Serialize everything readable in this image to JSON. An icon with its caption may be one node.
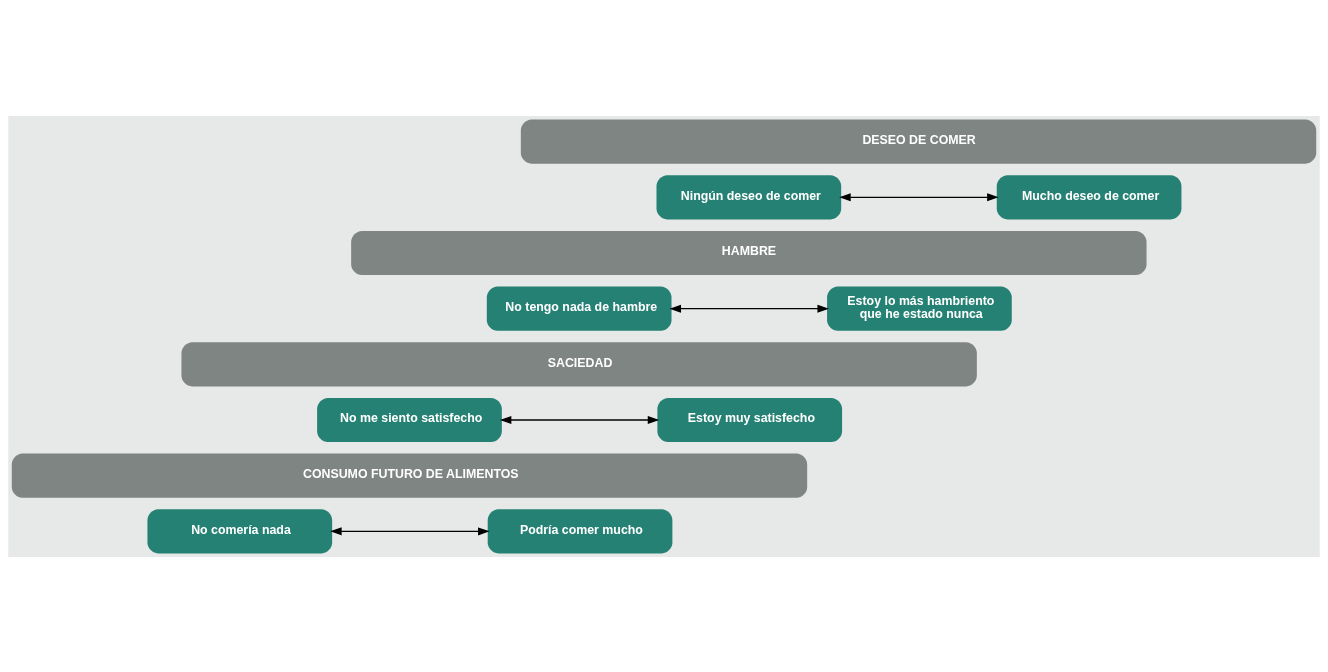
{
  "diagram": {
    "nodes": [
      {
        "text": [
          "DESEO DE COMER"
        ]
      },
      {
        "text": [
          "Ningún deseo de comer"
        ]
      },
      {
        "text": [
          "Mucho deseo de comer"
        ]
      },
      {
        "text": [
          "HAMBRE"
        ]
      },
      {
        "text": [
          "No tengo nada de hambre"
        ]
      },
      {
        "text": [
          "Estoy lo más hambriento que he estado nunca"
        ]
      },
      {
        "text": [
          "SACIEDAD"
        ]
      },
      {
        "text": [
          "No me siento satisfecho"
        ]
      },
      {
        "text": [
          "Estoy muy satisfecho"
        ]
      },
      {
        "text": [
          "CONSUMO FUTURO DE ALIMENTOS"
        ]
      },
      {
        "text": [
          "No comería nada"
        ]
      },
      {
        "text": [
          "Podría comer mucho"
        ]
      }
    ],
    "edges": [
      {
        "from": 1,
        "to": 2,
        "arrow": "both"
      },
      {
        "from": 4,
        "to": 5,
        "arrow": "both"
      },
      {
        "from": 7,
        "to": 8,
        "arrow": "both"
      },
      {
        "from": 10,
        "to": 11,
        "arrow": "both"
      }
    ]
  }
}
